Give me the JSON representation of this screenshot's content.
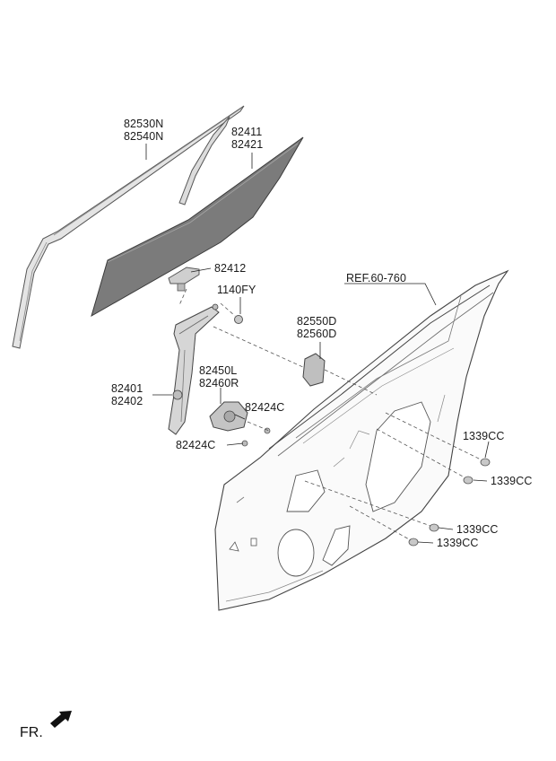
{
  "parts": [
    {
      "id": "p1",
      "lines": [
        "82530N",
        "82540N"
      ]
    },
    {
      "id": "p2",
      "lines": [
        "82411",
        "82421"
      ]
    },
    {
      "id": "p3",
      "lines": [
        "82412"
      ]
    },
    {
      "id": "p4",
      "lines": [
        "1140FY"
      ]
    },
    {
      "id": "p5",
      "lines": [
        "82550D",
        "82560D"
      ]
    },
    {
      "id": "p6",
      "lines": [
        "82450L",
        "82460R"
      ]
    },
    {
      "id": "p7",
      "lines": [
        "82401",
        "82402"
      ]
    },
    {
      "id": "p8",
      "lines": [
        "82424C"
      ]
    },
    {
      "id": "p9",
      "lines": [
        "82424C"
      ]
    },
    {
      "id": "p10",
      "lines": [
        "1339CC"
      ]
    },
    {
      "id": "p11",
      "lines": [
        "1339CC"
      ]
    },
    {
      "id": "p12",
      "lines": [
        "1339CC"
      ]
    },
    {
      "id": "p13",
      "lines": [
        "1339CC"
      ]
    }
  ],
  "ref_label": "REF.60-760",
  "direction_label": "FR."
}
